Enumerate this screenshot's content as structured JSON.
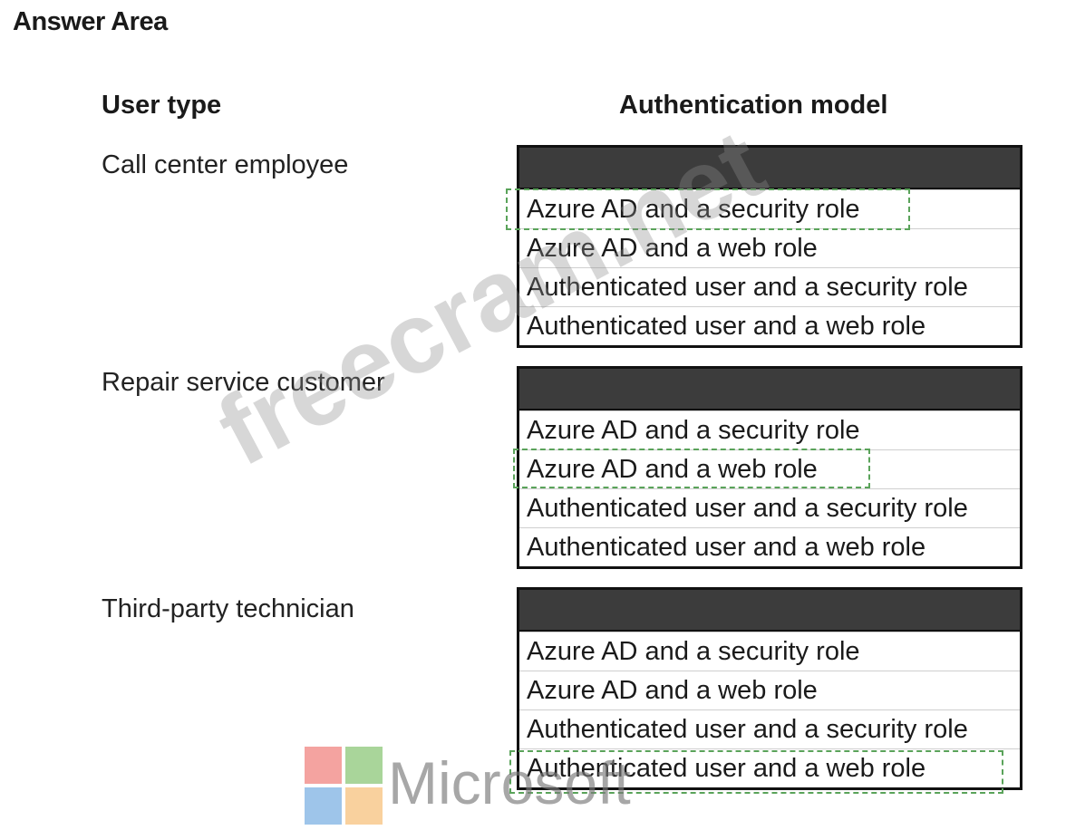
{
  "answer_area_title": "Answer Area",
  "headers": {
    "user_type": "User type",
    "auth_model": "Authentication model"
  },
  "rows": [
    {
      "user": "Call center employee",
      "options": [
        "Azure AD and a security role",
        "Azure AD and a web role",
        "Authenticated user and a security role",
        "Authenticated user and a web role"
      ],
      "selected_index": 0
    },
    {
      "user": "Repair service customer",
      "options": [
        "Azure AD and a security role",
        "Azure AD and a web role",
        "Authenticated user and a security role",
        "Authenticated user and a web role"
      ],
      "selected_index": 1
    },
    {
      "user": "Third-party technician",
      "options": [
        "Azure AD and a security role",
        "Azure AD and a web role",
        "Authenticated user and a security role",
        "Authenticated user and a web role"
      ],
      "selected_index": 3
    }
  ],
  "watermark": {
    "text": "freecram.net"
  },
  "logo": {
    "word": "Microsoft",
    "colors": {
      "red": "#f4a3a0",
      "green": "#a9d59a",
      "blue": "#9ec5ea",
      "yellow": "#f9d19e"
    }
  },
  "colors": {
    "dropdown_header": "#3c3c3c",
    "selection_dash": "#5aa35a"
  }
}
